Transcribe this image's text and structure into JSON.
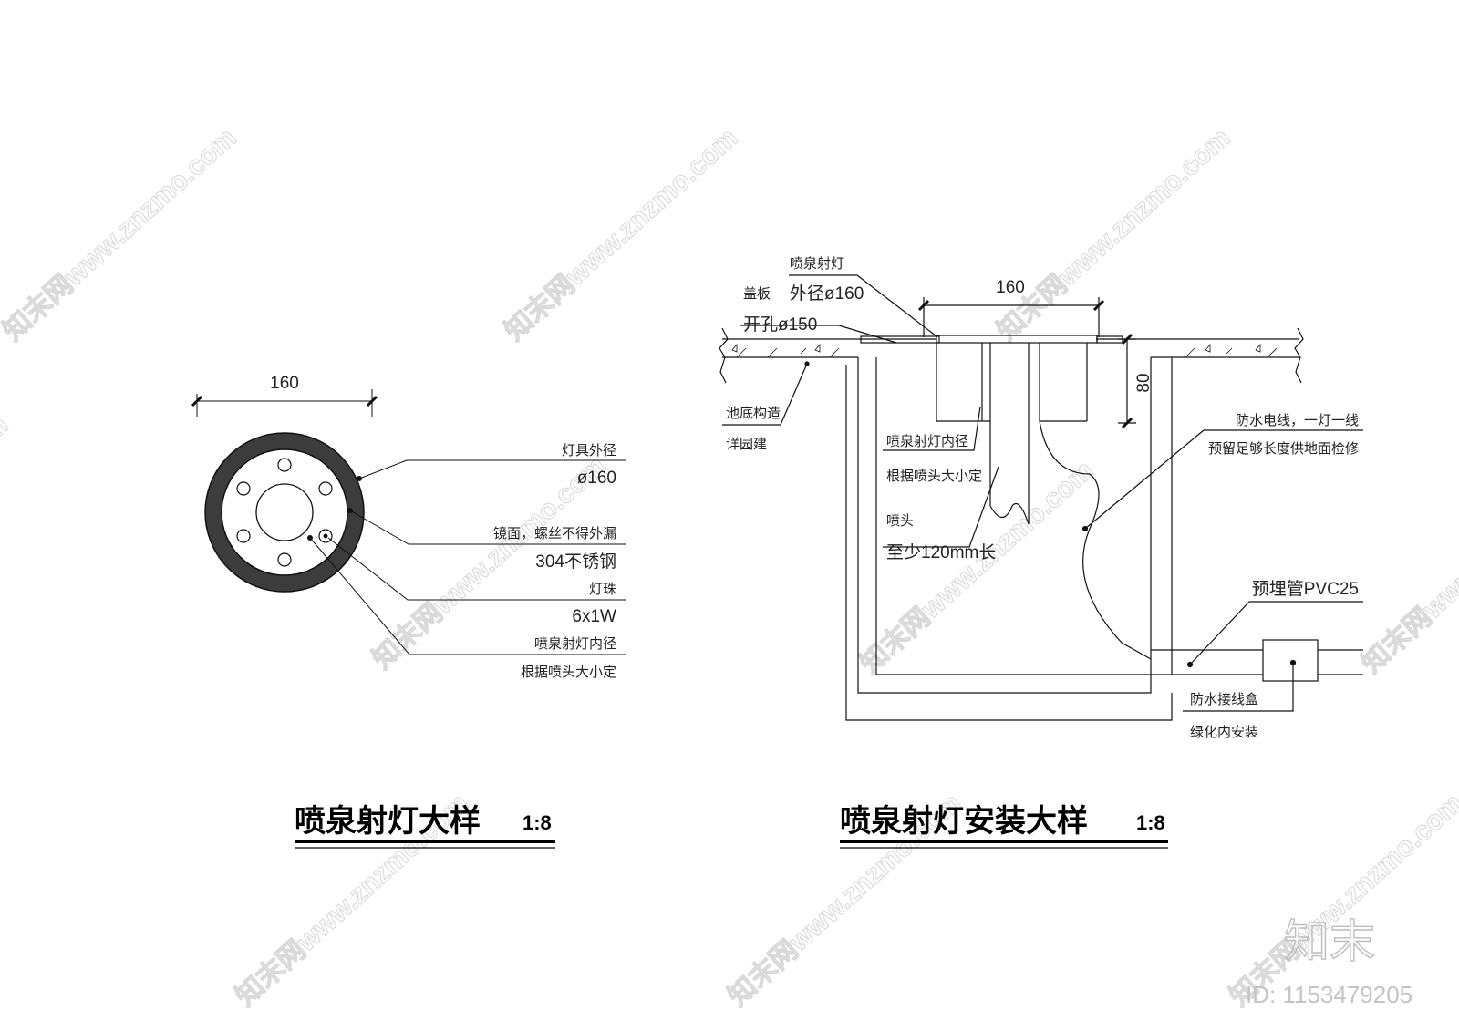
{
  "detail_left": {
    "dimension": "160",
    "labels": {
      "outer_dia_title": "灯具外径",
      "outer_dia_value": "ø160",
      "mirror_title": "镜面，螺丝不得外漏",
      "mirror_value": "304不锈钢",
      "bead_title": "灯珠",
      "bead_value": "6x1W",
      "inner_dia_title": "喷泉射灯内径",
      "inner_dia_value": "根据喷头大小定"
    },
    "title": "喷泉射灯大样",
    "scale": "1:8"
  },
  "detail_right": {
    "dimension_top": "160",
    "dimension_side": "80",
    "labels": {
      "lamp": "喷泉射灯",
      "cover": "盖板",
      "outer": "外径ø160",
      "hole": "开孔ø150",
      "pool_title": "池底构造",
      "pool_value": "详园建",
      "inner_title": "喷泉射灯内径",
      "inner_value": "根据喷头大小定",
      "nozzle_title": "喷头",
      "nozzle_value": "至少120mm长",
      "wire_title": "防水电线，一灯一线",
      "wire_value": "预留足够长度供地面检修",
      "pipe": "预埋管PVC25",
      "box_title": "防水接线盒",
      "box_value": "绿化内安装"
    },
    "title": "喷泉射灯安装大样",
    "scale": "1:8"
  },
  "watermark": {
    "text": "知末网www.znzmo.com",
    "brand": "知末",
    "id": "ID: 1153479205"
  }
}
